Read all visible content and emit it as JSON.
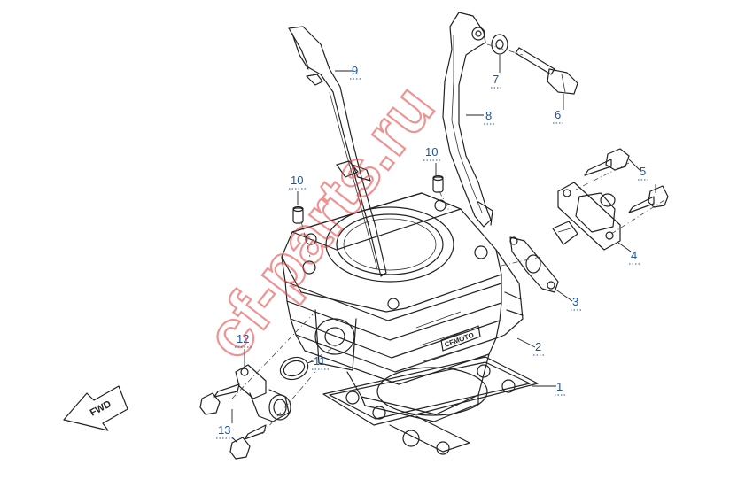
{
  "watermark": "cf-parts.ru",
  "fwd_marker": "FWD",
  "cylinder_stamp": "CFMOTO",
  "callouts": [
    {
      "n": "1"
    },
    {
      "n": "2"
    },
    {
      "n": "3"
    },
    {
      "n": "4"
    },
    {
      "n": "5"
    },
    {
      "n": "6"
    },
    {
      "n": "7"
    },
    {
      "n": "8"
    },
    {
      "n": "9"
    },
    {
      "n": "10"
    },
    {
      "n": "10"
    },
    {
      "n": "11"
    },
    {
      "n": "12"
    },
    {
      "n": "13"
    }
  ],
  "colors": {
    "callout": "#1a56a8",
    "watermark": "#e23a3a",
    "line": "#222222"
  }
}
